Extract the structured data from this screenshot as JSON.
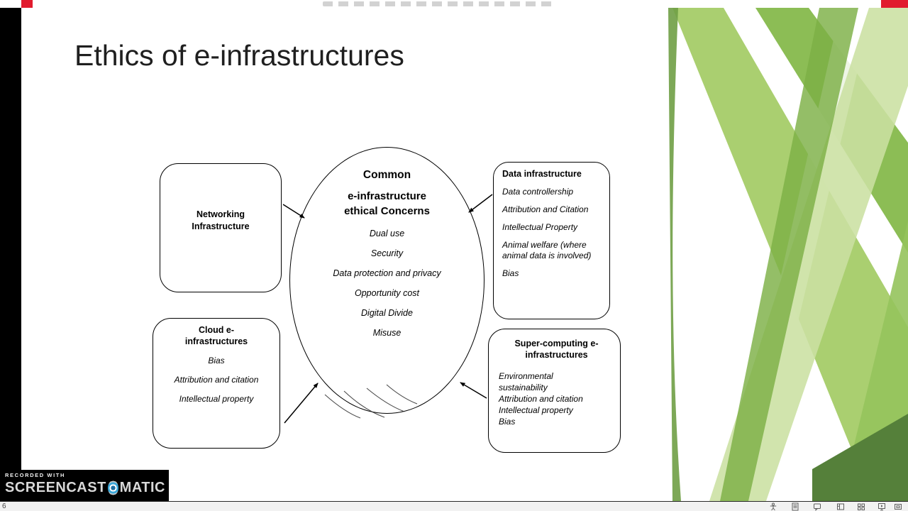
{
  "slide": {
    "title": "Ethics of e-infrastructures"
  },
  "diagram": {
    "networking": {
      "title": "Networking Infrastructure"
    },
    "cloud": {
      "title": "Cloud e-infrastructures",
      "items": [
        "Bias",
        "Attribution and citation",
        "Intellectual property"
      ]
    },
    "center": {
      "heading": "Common",
      "subheading": "e-infrastructure ethical Concerns",
      "items": [
        "Dual use",
        "Security",
        "Data protection and privacy",
        "Opportunity cost",
        "Digital Divide",
        "Misuse"
      ]
    },
    "data_infra": {
      "title": "Data infrastructure",
      "items": [
        "Data controllership",
        "Attribution and Citation",
        "Intellectual Property",
        "Animal welfare (where animal data is involved)",
        "Bias"
      ]
    },
    "super_computing": {
      "title": "Super-computing e-infrastructures",
      "items": [
        "Environmental sustainability",
        "Attribution and citation",
        "Intellectual property",
        "Bias"
      ]
    }
  },
  "watermark": {
    "recorded_with": "RECORDED WITH",
    "brand_left": "SCREENCAST",
    "brand_right": "MATIC"
  },
  "status_bar": {
    "slide_number": "6"
  },
  "colors": {
    "accent_red": "#e11b2e",
    "green_light": "#cbe0a2",
    "green_mid": "#a8cf6d",
    "green_deep": "#7cb045",
    "green_dark": "#55803a",
    "logo_blue": "#3ba7d9"
  }
}
